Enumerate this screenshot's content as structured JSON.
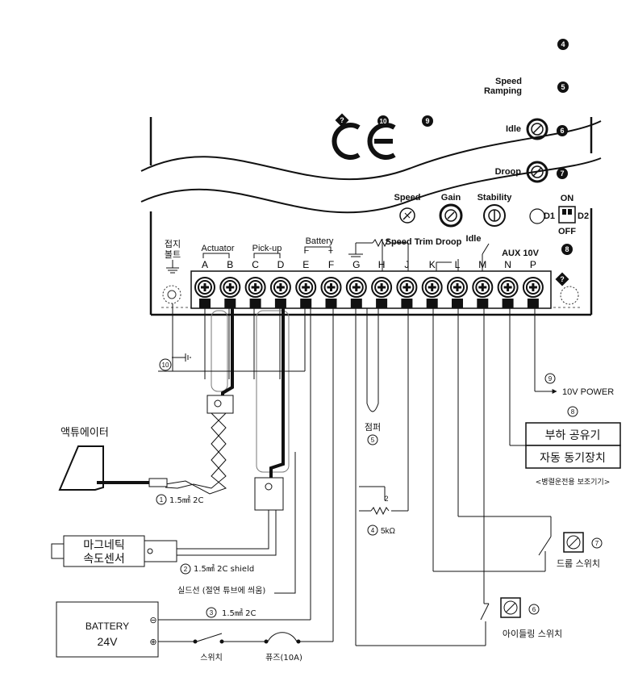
{
  "top_labels": {
    "speed_ramping_line1": "Speed",
    "speed_ramping_line2": "Ramping",
    "idle": "Idle",
    "droop": "Droop",
    "ce_mark": "CE",
    "speed": "Speed",
    "gain": "Gain",
    "stability": "Stability",
    "on": "ON",
    "off": "OFF",
    "d1": "D1",
    "d2": "D2",
    "speed_trim_droop": "Speed Trim Droop",
    "idle_small": "Idle",
    "aux_10v": "AUX 10V"
  },
  "callouts": {
    "c4": "4",
    "c5": "5",
    "c6": "6",
    "c7": "7",
    "c8": "8",
    "c9": "9",
    "c10": "10",
    "q1": "?",
    "q2": "?"
  },
  "ground_bolt": {
    "line1": "접지",
    "line2": "볼트"
  },
  "groups": {
    "actuator": "Actuator",
    "pickup": "Pick-up",
    "battery": "Battery",
    "minus": "−",
    "plus": "+"
  },
  "terminals": [
    "A",
    "B",
    "C",
    "D",
    "E",
    "F",
    "G",
    "H",
    "J",
    "K",
    "L",
    "M",
    "N",
    "P"
  ],
  "wiring": {
    "actuator_label": "액튜에이터",
    "cable1": "1.5㎟ 2C",
    "cable1_num": "1",
    "sensor_line1": "마그네틱",
    "sensor_line2": "속도센서",
    "cable2": "1.5㎟ 2C shield",
    "cable2_num": "2",
    "shield_note": "실드선 (절연 튜브에 씌움)",
    "cable3": "1.5㎟ 2C",
    "cable3_num": "3",
    "battery_line1": "BATTERY",
    "battery_line2": "24V",
    "switch": "스위치",
    "fuse": "퓨즈(10A)",
    "jumper": "점퍼",
    "jumper_num": "5",
    "pot": "5kΩ",
    "pot_num": "4",
    "pot_wiper": "2",
    "power_10v": "10V POWER",
    "power_num": "9",
    "load_share_num": "8",
    "load_share": "부하 공유기",
    "sync": "자동 동기장치",
    "parallel_note": "<병렬운전용 보조기기>",
    "droop_switch": "드룹 스위치",
    "droop_num": "7",
    "idle_switch": "아이들링 스위치",
    "idle_num": "6",
    "ground_num": "10"
  }
}
